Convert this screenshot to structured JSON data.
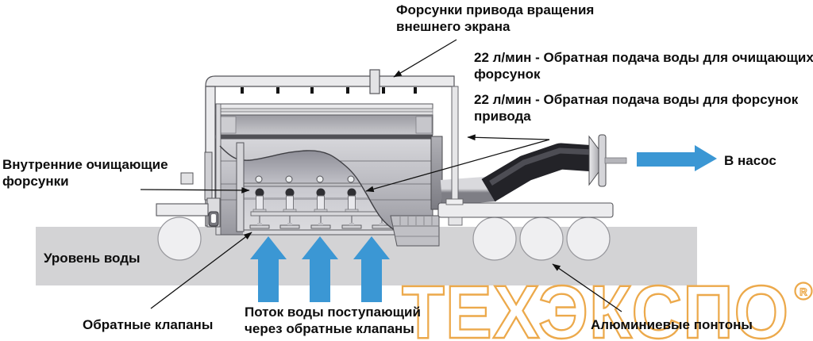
{
  "diagram": {
    "type": "technical-schematic",
    "subject": "floating-drum-screen-filter-unit",
    "labels": {
      "drive_nozzles": {
        "line1": "Форсунки привода вращения",
        "line2": "внешнего экрана"
      },
      "return_cleaning": {
        "line1": "22 л/мин - Обратная подача воды для очищающих",
        "line2": "форсунок"
      },
      "return_drive": {
        "line1": "22 л/мин - Обратная подача воды для форсунок",
        "line2": "привода"
      },
      "internal_nozzles": {
        "line1": "Внутренние очищающие",
        "line2": "форсунки"
      },
      "to_pump": "В насос",
      "water_level": "Уровень воды",
      "check_valves": "Обратные клапаны",
      "water_flow": {
        "line1": "Поток воды поступающий",
        "line2": "через обратные клапаны"
      },
      "pontoons": "Алюминиевые понтоны"
    },
    "flow_values": {
      "return_water_cleaning_nozzles": "22 л/мин",
      "return_water_drive_nozzles": "22 л/мин"
    },
    "watermark": {
      "text": "ТЕХЭКСПО",
      "registered_mark": "R",
      "color": "#ECA94B"
    },
    "colors": {
      "flow_arrow_blue": "#3B97D4",
      "water_band_gray": "#D3D3D5",
      "watermark_orange": "#ECA94B",
      "label_text": "#0D0D0D"
    }
  }
}
